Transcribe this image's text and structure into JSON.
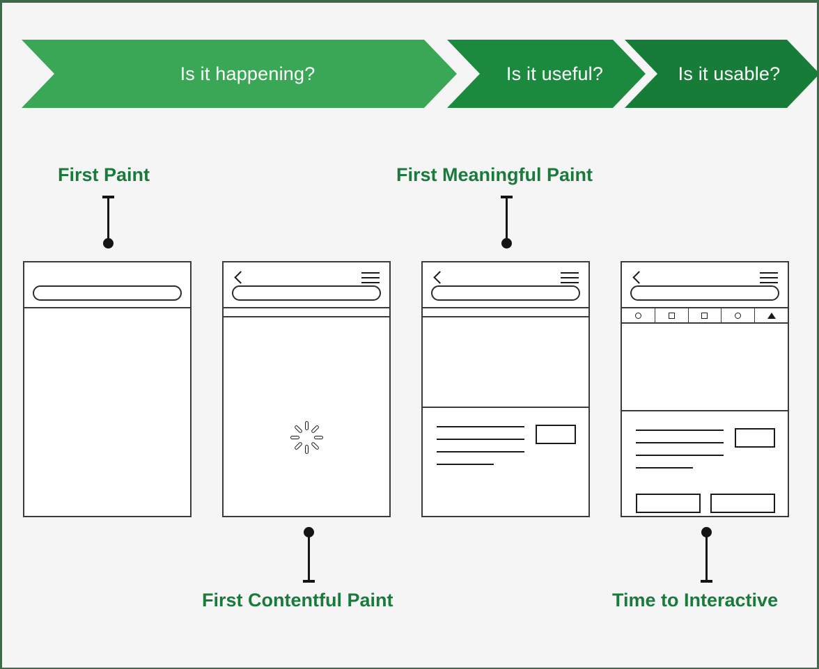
{
  "page": {
    "background_color": "#f5f5f5",
    "border_color": "#3d6b4a"
  },
  "banner": {
    "stages": [
      {
        "label": "Is it happening?",
        "color": "#3aa757"
      },
      {
        "label": "Is it useful?",
        "color": "#1c8a3e"
      },
      {
        "label": "Is it usable?",
        "color": "#177c38"
      }
    ]
  },
  "metrics": {
    "accent_color": "#1a7a3c",
    "first_paint": "First Paint",
    "first_meaningful_paint": "First Meaningful Paint",
    "first_contentful_paint": "First Contentful Paint",
    "time_to_interactive": "Time to Interactive"
  },
  "phones": [
    {
      "name": "first-paint-frame",
      "icons": {
        "search": "search-pill"
      }
    },
    {
      "name": "first-contentful-paint-frame",
      "icons": {
        "back": "back-chevron-icon",
        "menu": "hamburger-icon",
        "search": "search-pill",
        "loading": "spinner-icon"
      }
    },
    {
      "name": "first-meaningful-paint-frame",
      "icons": {
        "back": "back-chevron-icon",
        "menu": "hamburger-icon",
        "search": "search-pill"
      }
    },
    {
      "name": "time-to-interactive-frame",
      "icons": {
        "back": "back-chevron-icon",
        "menu": "hamburger-icon",
        "search": "search-pill"
      },
      "toolbar_icons": [
        "circle-icon",
        "square-icon",
        "square-icon",
        "circle-icon",
        "triangle-icon"
      ]
    }
  ]
}
